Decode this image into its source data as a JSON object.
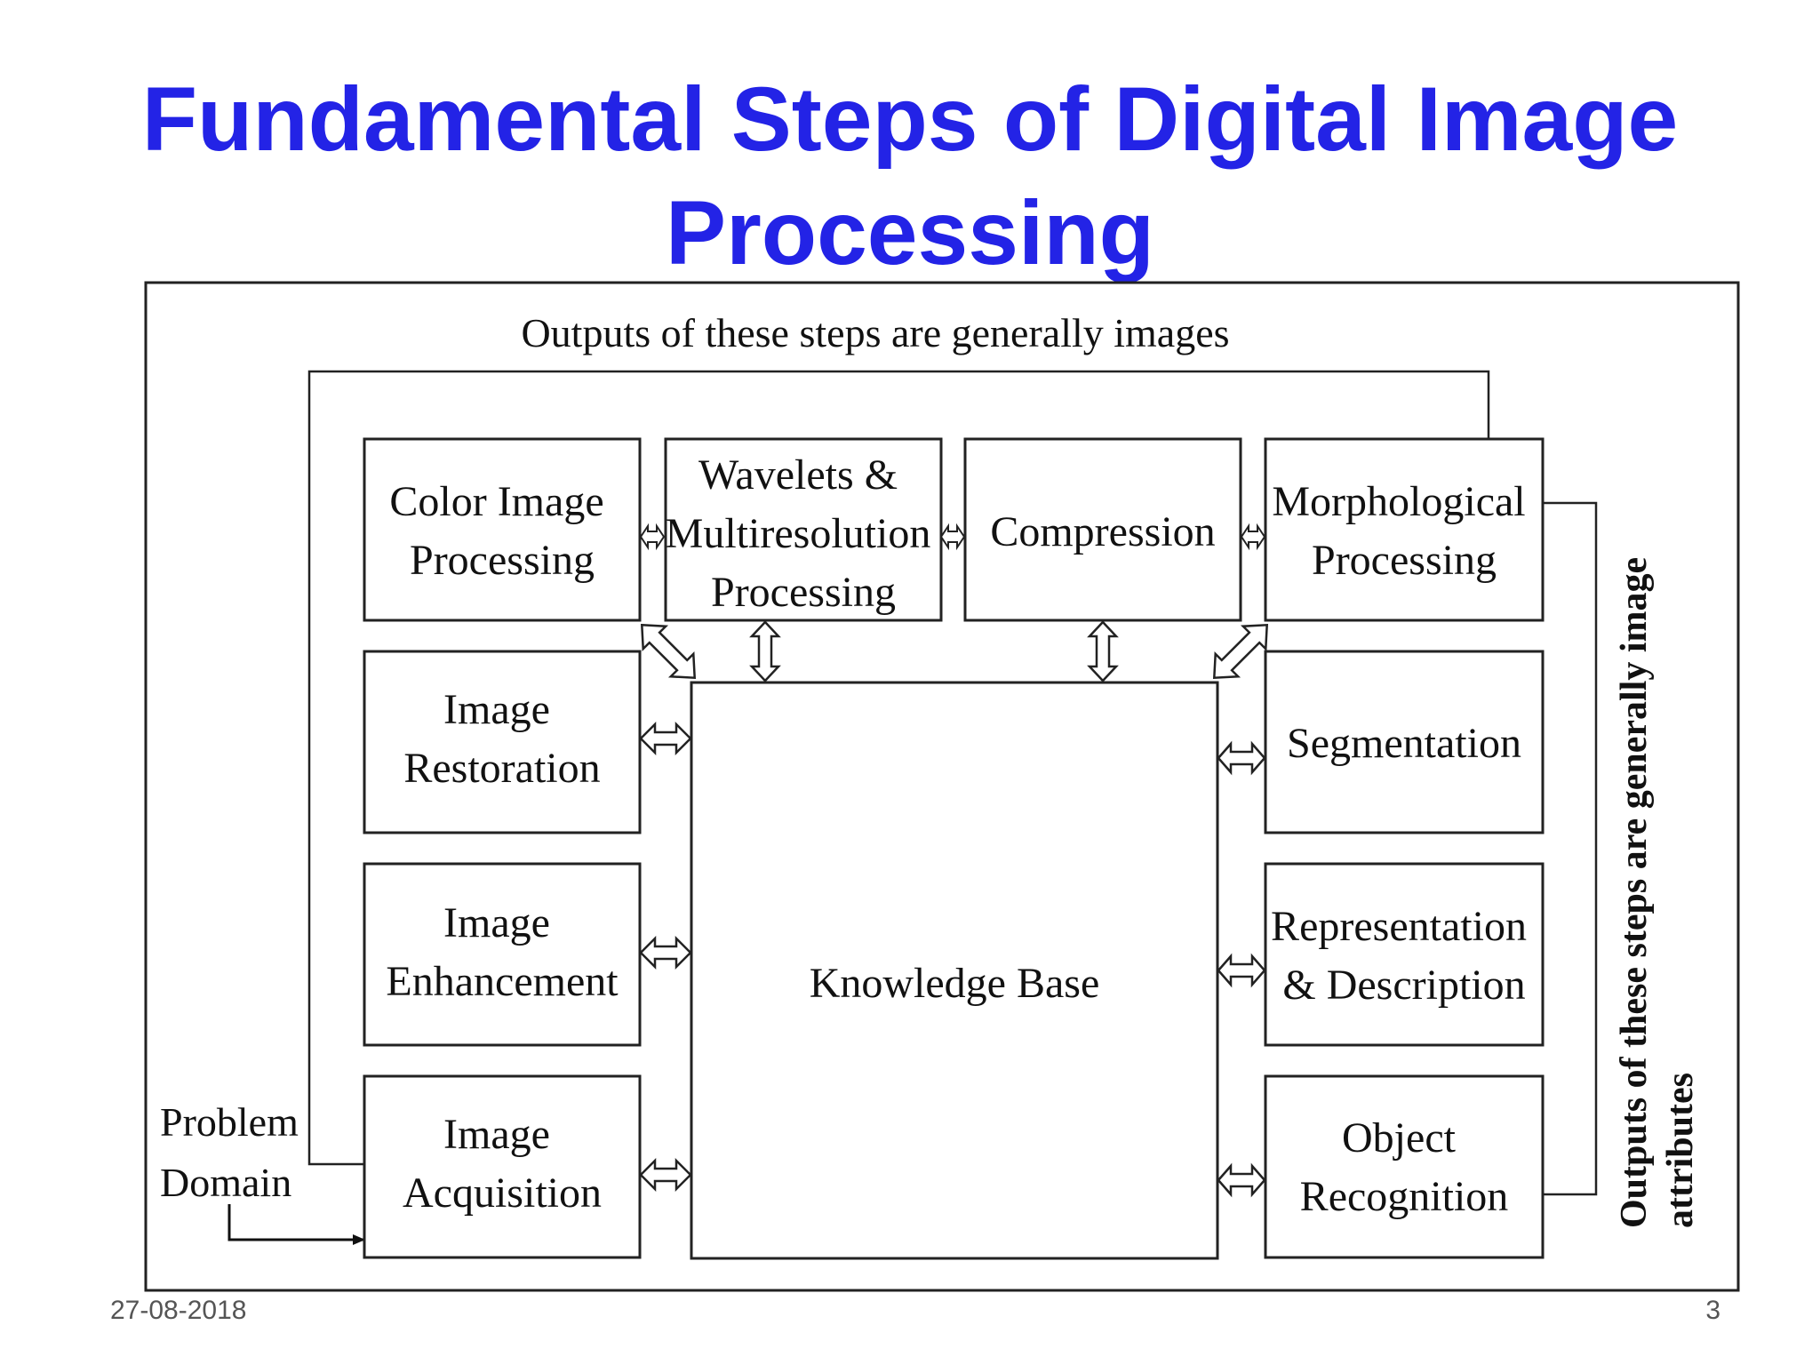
{
  "title": {
    "line1": "Fundamental Steps of Digital Image",
    "line2": "Processing"
  },
  "diagram": {
    "top_label": "Outputs of these steps are generally images",
    "side_label_line1": "Outputs of these steps are generally image",
    "side_label_line2": "attributes",
    "problem_domain": [
      "Problem",
      "Domain"
    ],
    "center": "Knowledge Base",
    "boxes": {
      "color": [
        "Color Image",
        "Processing"
      ],
      "wavelets": [
        "Wavelets &",
        "Multiresolution",
        "Processing"
      ],
      "compression": [
        "Compression"
      ],
      "morphological": [
        "Morphological",
        "Processing"
      ],
      "restoration": [
        "Image",
        "Restoration"
      ],
      "enhancement": [
        "Image",
        "Enhancement"
      ],
      "acquisition": [
        "Image",
        "Acquisition"
      ],
      "segmentation": [
        "Segmentation"
      ],
      "representation": [
        "Representation",
        "& Description"
      ],
      "recognition": [
        "Object",
        "Recognition"
      ]
    }
  },
  "footer": {
    "date": "27-08-2018",
    "page": "3"
  }
}
